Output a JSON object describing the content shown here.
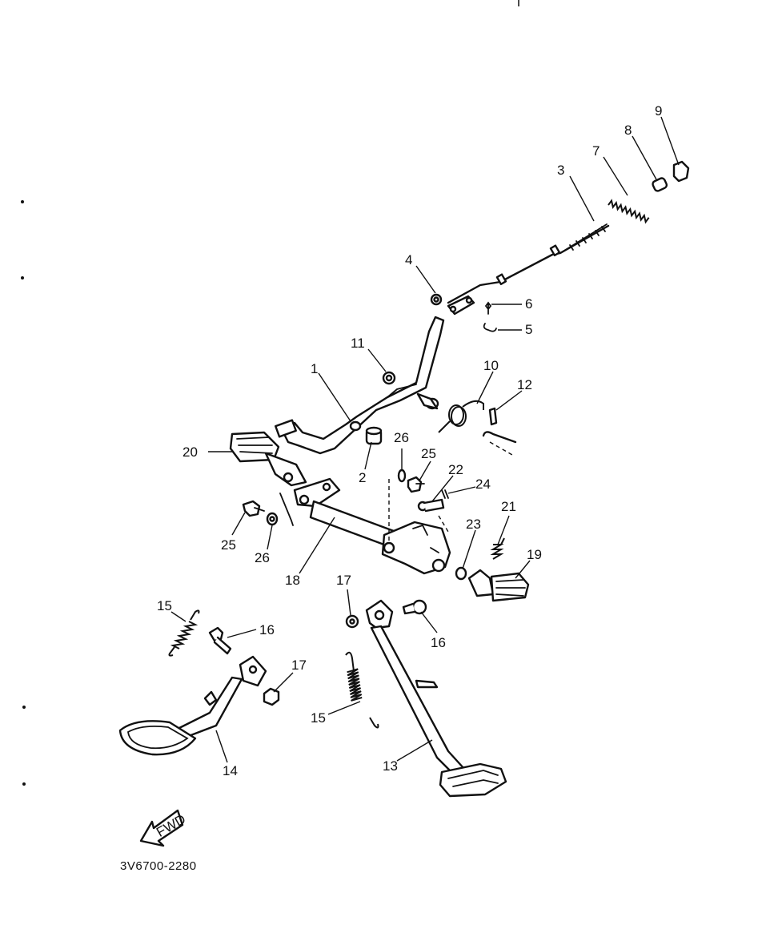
{
  "diagram": {
    "drawing_code": "3V6700-2280",
    "fwd_label": "FWD",
    "callouts": {
      "c1": "1",
      "c2": "2",
      "c3": "3",
      "c4": "4",
      "c5": "5",
      "c6": "6",
      "c7": "7",
      "c8": "8",
      "c9": "9",
      "c10": "10",
      "c11": "11",
      "c12": "12",
      "c13": "13",
      "c14": "14",
      "c15a": "15",
      "c15b": "15",
      "c16a": "16",
      "c16b": "16",
      "c17a": "17",
      "c17b": "17",
      "c18": "18",
      "c19": "19",
      "c20": "20",
      "c21": "21",
      "c22": "22",
      "c23": "23",
      "c24": "24",
      "c25a": "25",
      "c25b": "25",
      "c26a": "26",
      "c26b": "26"
    }
  }
}
